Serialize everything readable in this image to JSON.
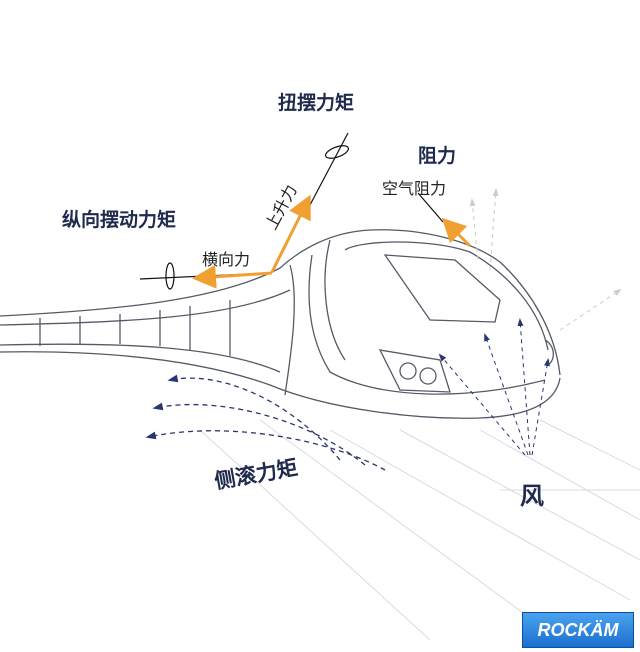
{
  "labels": {
    "yaw_moment": "扭摆力矩",
    "drag": "阻力",
    "air_drag": "空气阻力",
    "lift": "上升力",
    "pitch_moment": "纵向摆动力矩",
    "lateral_force": "横向力",
    "roll_moment": "侧滚力矩",
    "wind": "风"
  },
  "logo": "ROCKÄM",
  "colors": {
    "label": "#1f2a4d",
    "force_arrow": "#f0a030",
    "train_line": "#555a66",
    "wind_line": "#2a3570"
  }
}
